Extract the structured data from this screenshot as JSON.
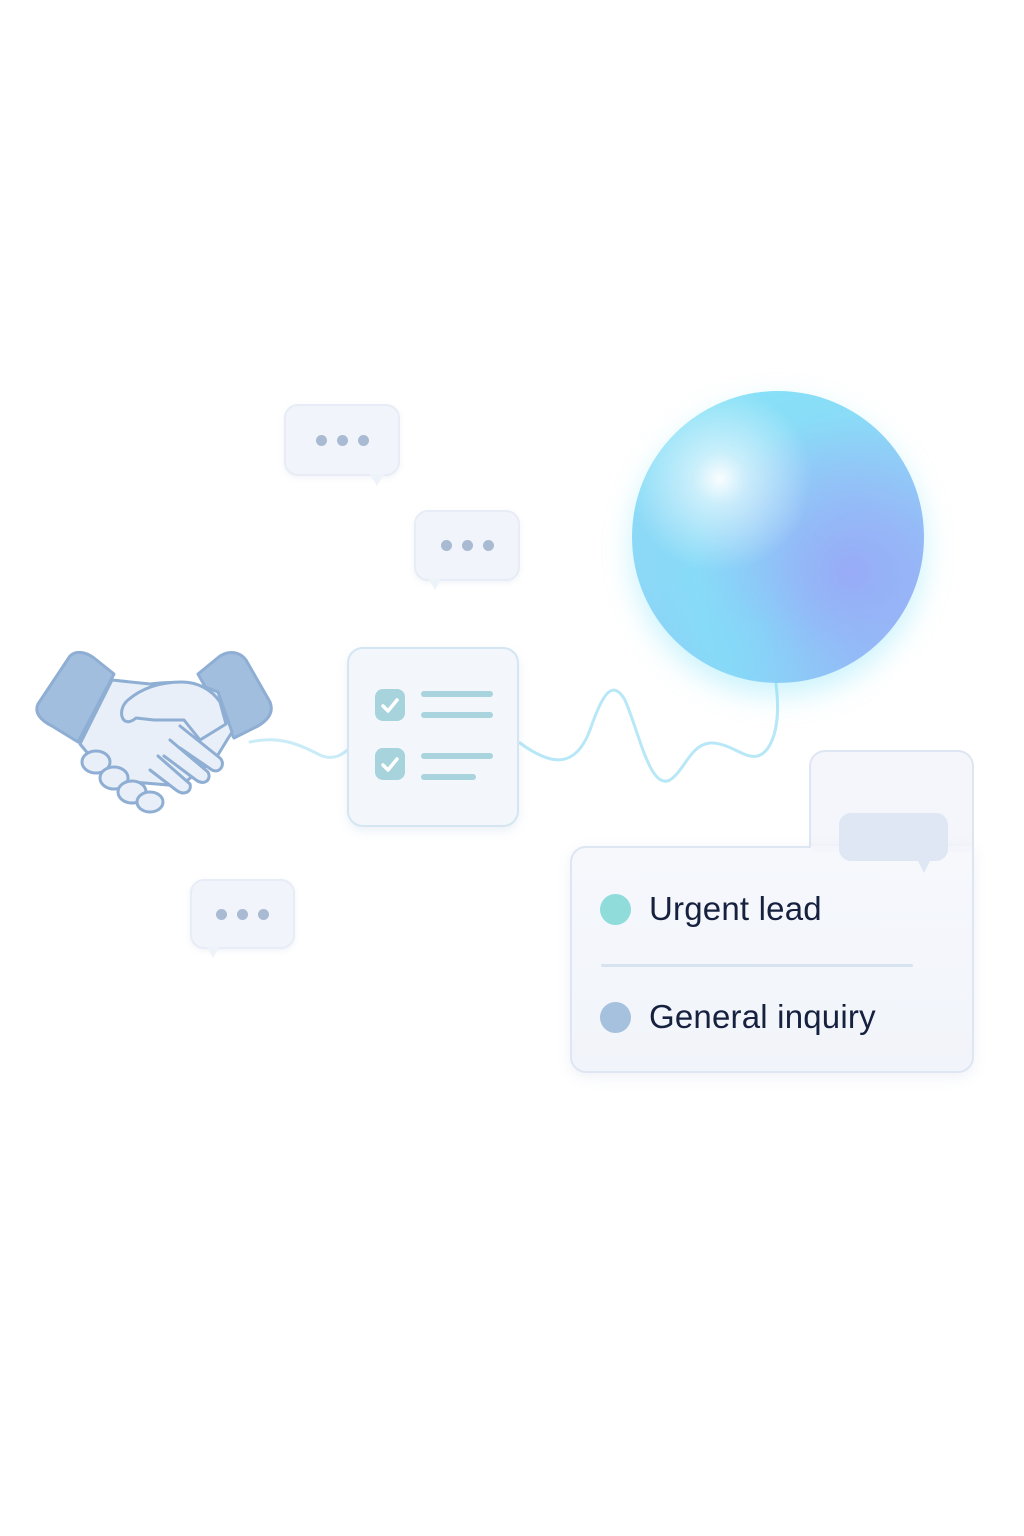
{
  "leads": {
    "items": [
      {
        "label": "Urgent lead",
        "color": "#8fdcdb"
      },
      {
        "label": "General inquiry",
        "color": "#a6c1de"
      }
    ]
  },
  "icons": {
    "handshake": "handshake-icon",
    "checklist": "checklist-icon",
    "chat": "chat-bubble-icon",
    "orb": "gradient-orb"
  },
  "colors": {
    "accent_cyan": "#84e4f7",
    "accent_violet": "#98abf7",
    "icon_blue": "#9db9db",
    "text": "#16213f"
  }
}
